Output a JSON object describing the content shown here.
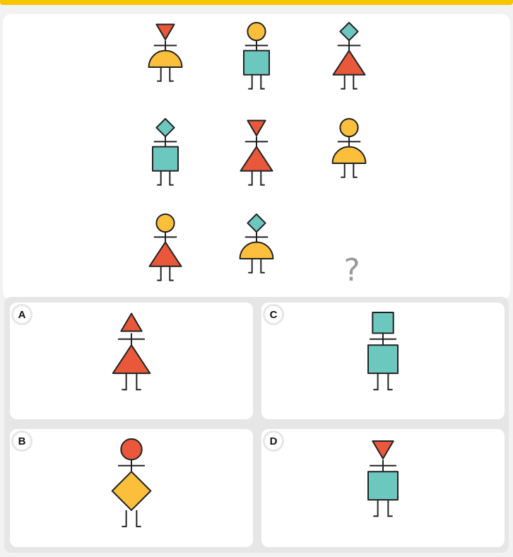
{
  "puzzle": {
    "missing_symbol": "?",
    "cells": [
      {
        "head": "triangle-down",
        "head_color": "#e9583a",
        "body": "semicircle",
        "body_color": "#fbbf3c"
      },
      {
        "head": "circle",
        "head_color": "#fbbf3c",
        "body": "square",
        "body_color": "#6cc7bf"
      },
      {
        "head": "diamond",
        "head_color": "#6cc7bf",
        "body": "triangle",
        "body_color": "#e9583a"
      },
      {
        "head": "diamond",
        "head_color": "#6cc7bf",
        "body": "square",
        "body_color": "#6cc7bf"
      },
      {
        "head": "triangle-down",
        "head_color": "#e9583a",
        "body": "triangle",
        "body_color": "#e9583a"
      },
      {
        "head": "circle",
        "head_color": "#fbbf3c",
        "body": "semicircle",
        "body_color": "#fbbf3c"
      },
      {
        "head": "circle",
        "head_color": "#fbbf3c",
        "body": "triangle",
        "body_color": "#e9583a"
      },
      {
        "head": "diamond",
        "head_color": "#6cc7bf",
        "body": "semicircle",
        "body_color": "#fbbf3c"
      }
    ]
  },
  "options": [
    {
      "label": "A",
      "head": "triangle-up",
      "head_color": "#e9583a",
      "body": "triangle",
      "body_color": "#e9583a"
    },
    {
      "label": "C",
      "head": "square",
      "head_color": "#6cc7bf",
      "body": "square",
      "body_color": "#6cc7bf"
    },
    {
      "label": "B",
      "head": "circle",
      "head_color": "#e9583a",
      "body": "diamond",
      "body_color": "#fbbf3c"
    },
    {
      "label": "D",
      "head": "triangle-down",
      "head_color": "#e9583a",
      "body": "square",
      "body_color": "#6cc7bf"
    }
  ],
  "colors": {
    "red": "#e9583a",
    "yellow": "#fbbf3c",
    "teal": "#6cc7bf",
    "outline": "#222222",
    "accent": "#f6c700"
  }
}
